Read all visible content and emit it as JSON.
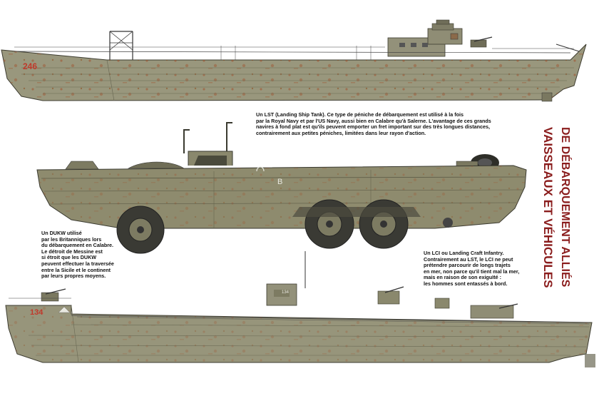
{
  "title": {
    "line1": "VAISSEAUX ET VÉHICULES",
    "line2": "DE DÉBARQUEMENT ALLIÉS"
  },
  "captions": {
    "lst": [
      "Un LST (Landing Ship Tank). Ce type de péniche de débarquement est utilisé à la fois",
      "par la Royal Navy et par l'US Navy, aussi bien en Calabre qu'à Salerne. L'avantage de ces grands",
      "navires à fond plat est qu'ils peuvent emporter un fret important sur des très longues distances,",
      "contrairement aux petites péniches, limitées dans leur rayon d'action."
    ],
    "dukw": [
      "Un DUKW utilisé",
      "par les Britanniques lors",
      "du débarquement en Calabre.",
      "Le détroit de Messine est",
      "si étroit que les DUKW",
      "peuvent effectuer la traversée",
      "entre la Sicile et le continent",
      "par leurs propres moyens."
    ],
    "lci": [
      "Un LCI ou Landing Craft Infantry.",
      "Contrairement au LST, le LCI ne peut",
      "prétendre parcourir de longs trajets",
      "en mer, non parce qu'il tient mal la mer,",
      "mais en raison de son exiguïté :",
      "les hommes sont entassés à bord."
    ]
  },
  "hull_markings": {
    "lst_number": "246",
    "dukw_letter": "B",
    "lci_number": "134",
    "lci_tower_number": "134"
  },
  "colors": {
    "hull_olive": "#8c8a6e",
    "hull_light": "#a3a186",
    "hull_dark": "#5f5d48",
    "rust": "#a0522d",
    "tire": "#3a3a34",
    "title_red": "#8a1c1c",
    "marking_red": "#c0392b"
  }
}
